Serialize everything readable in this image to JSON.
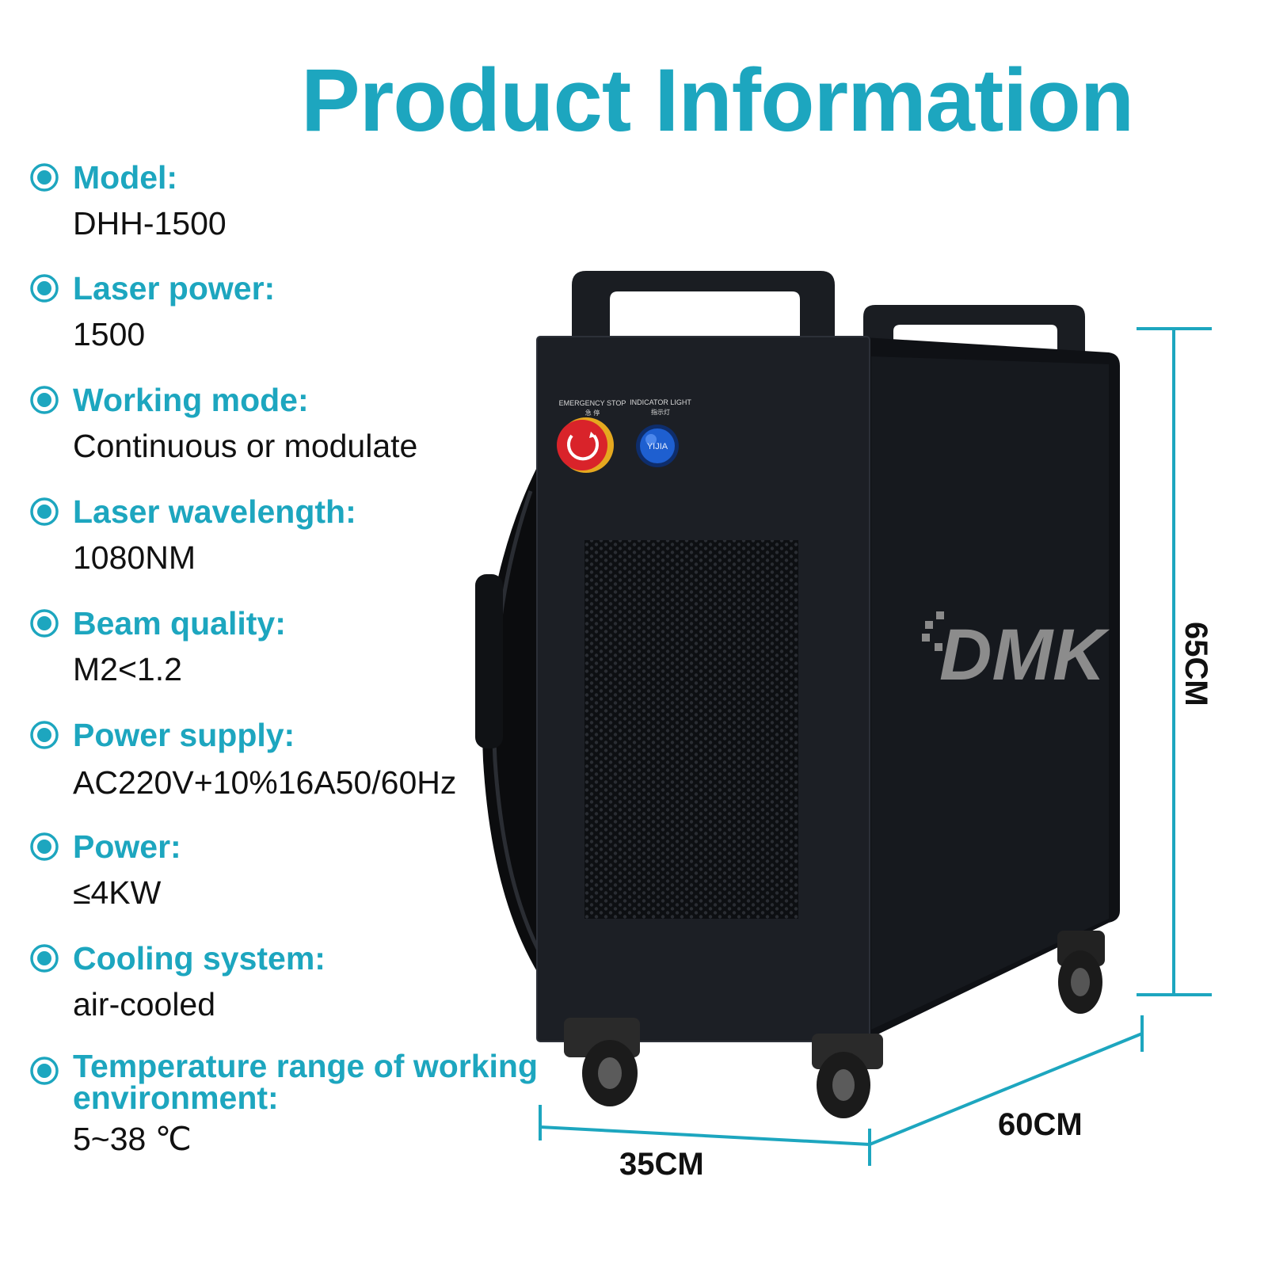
{
  "title": "Product Information",
  "specs": [
    {
      "label": "Model:",
      "value": "DHH-1500"
    },
    {
      "label": "Laser power:",
      "value": "1500"
    },
    {
      "label": "Working mode:",
      "value": "Continuous or modulate"
    },
    {
      "label": "Laser wavelength:",
      "value": "1080NM"
    },
    {
      "label": "Beam quality:",
      "value": "M2<1.2"
    },
    {
      "label": "Power supply:",
      "value": "AC220V+10%16A50/60Hz"
    },
    {
      "label": "Power:",
      "value": "≤4KW"
    },
    {
      "label": "Cooling system:",
      "value": "air-cooled"
    },
    {
      "label": "Temperature range of working environment:",
      "value": "5~38 ℃"
    }
  ],
  "dimensions": {
    "height": "65CM",
    "depth": "60CM",
    "width": "35CM"
  },
  "machine": {
    "brand": "DMK",
    "emergency_stop_label": "EMERGENCY STOP",
    "emergency_stop_cn": "急 停",
    "indicator_label": "INDICATOR LIGHT",
    "indicator_cn": "指示灯",
    "indicator_brand": "YIJIA"
  },
  "colors": {
    "accent": "#1da6bf",
    "machine": "#14171c",
    "estop": "#d9232a",
    "indicator": "#1e5fd0"
  }
}
